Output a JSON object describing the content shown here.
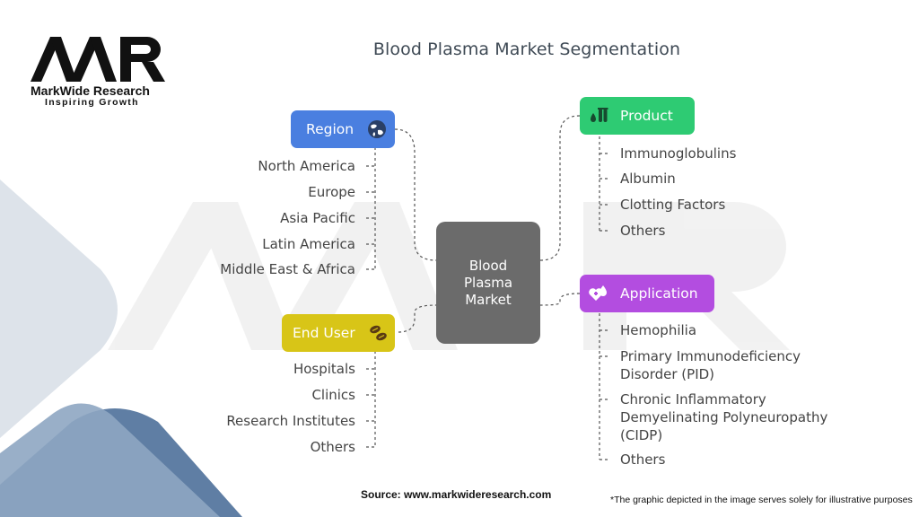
{
  "title": "Blood Plasma Market Segmentation",
  "logo": {
    "mark": "MWR",
    "name": "MarkWide Research",
    "tagline": "Inspiring Growth"
  },
  "center": {
    "line1": "Blood",
    "line2": "Plasma",
    "line3": "Market"
  },
  "region": {
    "label": "Region",
    "icon": "globe-icon",
    "color": "#4a7fe0",
    "items": [
      "North America",
      "Europe",
      "Asia Pacific",
      "Latin America",
      "Middle East & Africa"
    ]
  },
  "end_user": {
    "label": "End User",
    "icon": "pills-icon",
    "color": "#d8c517",
    "items": [
      "Hospitals",
      "Clinics",
      "Research Institutes",
      "Others"
    ]
  },
  "product": {
    "label": "Product",
    "icon": "test-tubes-icon",
    "color": "#2ecb73",
    "items": [
      "Immunoglobulins",
      "Albumin",
      "Clotting Factors",
      "Others"
    ]
  },
  "application": {
    "label": "Application",
    "icon": "heart-drop-icon",
    "color": "#b34de0",
    "items": [
      [
        "Hemophilia"
      ],
      [
        "Primary Immunodeficiency",
        "Disorder (PID)"
      ],
      [
        "Chronic Inflammatory",
        "Demyelinating Polyneuropathy",
        "(CIDP)"
      ],
      [
        "Others"
      ]
    ]
  },
  "footer": {
    "source": "Source: www.markwideresearch.com",
    "note": "*The graphic depicted in the image serves solely for illustrative purposes"
  }
}
